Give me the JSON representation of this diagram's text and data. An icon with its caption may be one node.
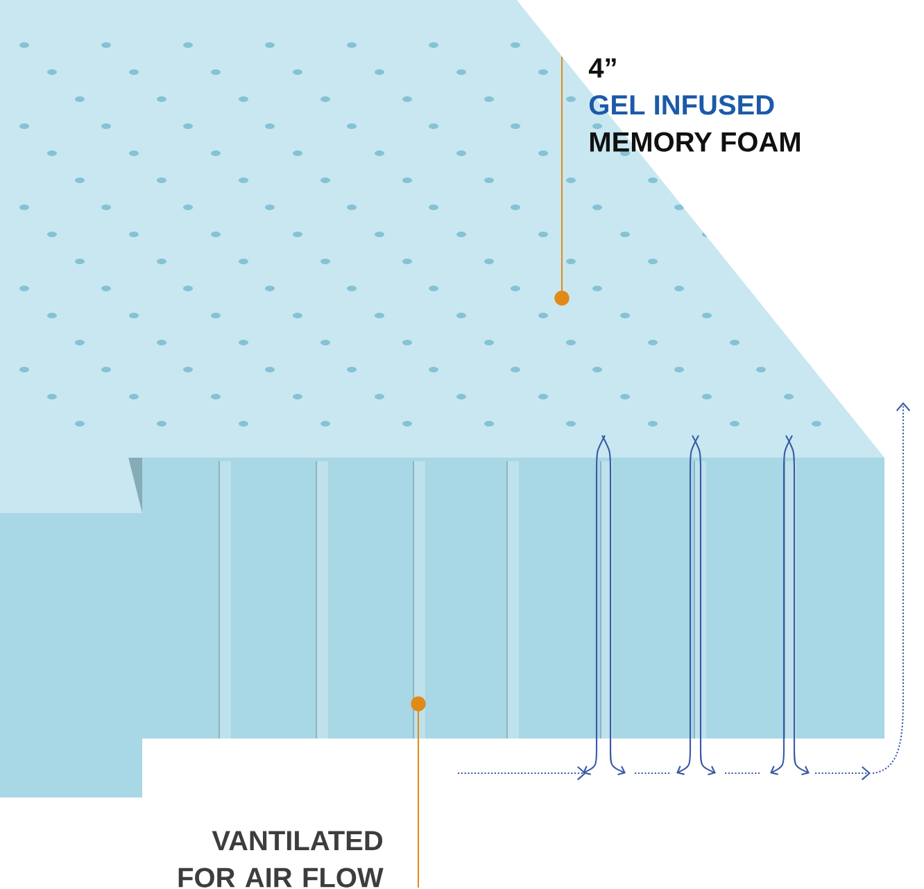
{
  "diagram": {
    "nodes": [
      {
        "text": [
          "4”",
          "GEL INFUSED",
          "MEMORY FOAM"
        ]
      },
      {
        "text": [
          "VANTILATED FOR AIR FLOW"
        ]
      }
    ],
    "edges": [
      {
        "from": 0,
        "to": null,
        "arrow": "other"
      },
      {
        "from": 1,
        "to": null,
        "arrow": "other"
      }
    ]
  }
}
